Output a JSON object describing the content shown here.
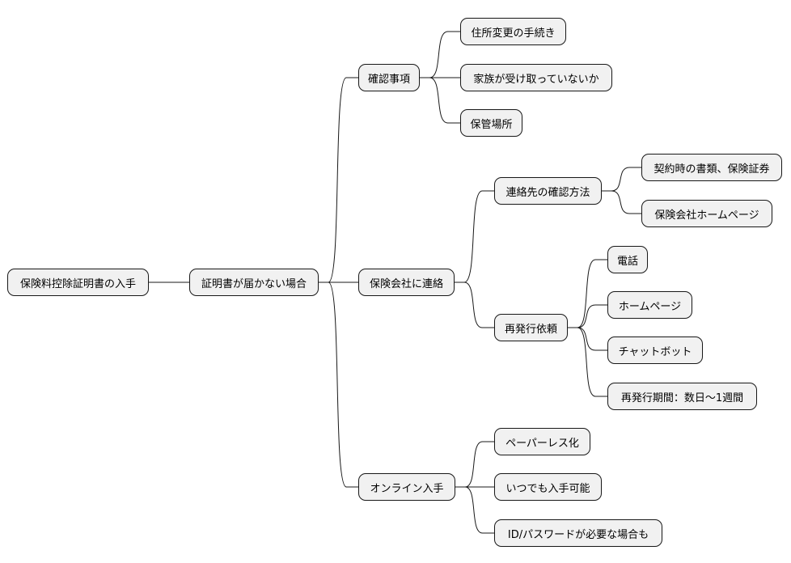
{
  "diagram": {
    "root": "保険料控除証明書の入手",
    "branch": "証明書が届かない場合",
    "topics": {
      "confirm": {
        "label": "確認事項",
        "items": [
          "住所変更の手続き",
          "家族が受け取っていないか",
          "保管場所"
        ]
      },
      "contact": {
        "label": "保険会社に連絡",
        "method": {
          "label": "連絡先の確認方法",
          "items": [
            "契約時の書類、保険証券",
            "保険会社ホームページ"
          ]
        },
        "reissue": {
          "label": "再発行依頼",
          "items": [
            "電話",
            "ホームページ",
            "チャットボット",
            "再発行期間：数日〜1週間"
          ]
        }
      },
      "online": {
        "label": "オンライン入手",
        "items": [
          "ペーパーレス化",
          "いつでも入手可能",
          "ID/パスワードが必要な場合も"
        ]
      }
    }
  },
  "style": {
    "node_fill": "#f1f1f1",
    "stroke": "#181818"
  }
}
